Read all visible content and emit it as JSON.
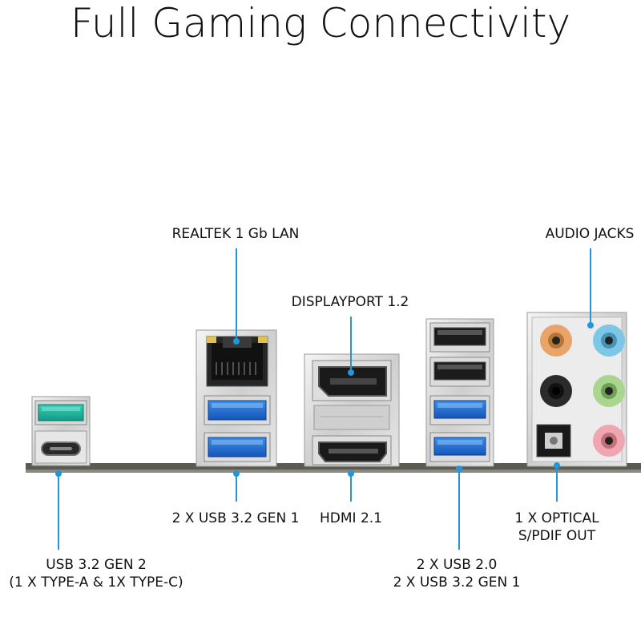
{
  "title": "Full Gaming Connectivity",
  "labels": {
    "lan": "REALTEK 1 Gb LAN",
    "audio": "AUDIO JACKS",
    "displayport": "DISPLAYPORT 1.2",
    "usb32gen1": "2 X USB 3.2 GEN 1",
    "hdmi": "HDMI 2.1",
    "optical_line1": "1 X OPTICAL",
    "optical_line2": "S/PDIF OUT",
    "usbgen2_line1": "USB 3.2 GEN 2",
    "usbgen2_line2": "(1 X TYPE-A & 1X TYPE-C)",
    "usb20_line1": "2 X USB 2.0",
    "usb20_line2": "2 X USB 3.2 GEN 1"
  },
  "colors": {
    "accent": "#2196d9",
    "usb3_blue": "#1f6fd1",
    "usb_gen2_teal": "#1fb5a0",
    "audio_orange": "#e9a46a",
    "audio_blue": "#7cc7e6",
    "audio_black": "#222222",
    "audio_green": "#a9d58f",
    "audio_pink": "#f0a6b0",
    "plate": "#5a5a52"
  }
}
